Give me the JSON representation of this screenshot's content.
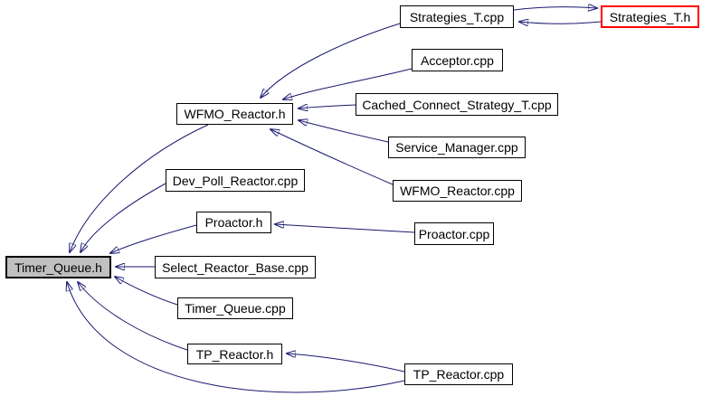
{
  "diagram": {
    "kind": "include-dependency-graph",
    "root_file": "Timer_Queue.h",
    "colors": {
      "edge": "#191970",
      "node_border": "#000000",
      "node_fill": "#ffffff",
      "root_fill": "#c0c0c0",
      "truncated_border": "#ff0000",
      "text": "#000000",
      "background": "#ffffff"
    },
    "nodes": [
      {
        "id": "strategies_t_cpp",
        "label": "Strategies_T.cpp",
        "style": "normal"
      },
      {
        "id": "strategies_t_h",
        "label": "Strategies_T.h",
        "style": "red-border"
      },
      {
        "id": "acceptor_cpp",
        "label": "Acceptor.cpp",
        "style": "normal"
      },
      {
        "id": "cached_connect_strategy_t_cpp",
        "label": "Cached_Connect_Strategy_T.cpp",
        "style": "normal"
      },
      {
        "id": "service_manager_cpp",
        "label": "Service_Manager.cpp",
        "style": "normal"
      },
      {
        "id": "wfmo_reactor_cpp",
        "label": "WFMO_Reactor.cpp",
        "style": "normal"
      },
      {
        "id": "wfmo_reactor_h",
        "label": "WFMO_Reactor.h",
        "style": "normal"
      },
      {
        "id": "dev_poll_reactor_cpp",
        "label": "Dev_Poll_Reactor.cpp",
        "style": "normal"
      },
      {
        "id": "proactor_h",
        "label": "Proactor.h",
        "style": "normal"
      },
      {
        "id": "proactor_cpp",
        "label": "Proactor.cpp",
        "style": "normal"
      },
      {
        "id": "timer_queue_h",
        "label": "Timer_Queue.h",
        "style": "root-highlight"
      },
      {
        "id": "select_reactor_base_cpp",
        "label": "Select_Reactor_Base.cpp",
        "style": "normal"
      },
      {
        "id": "timer_queue_cpp",
        "label": "Timer_Queue.cpp",
        "style": "normal"
      },
      {
        "id": "tp_reactor_h",
        "label": "TP_Reactor.h",
        "style": "normal"
      },
      {
        "id": "tp_reactor_cpp",
        "label": "TP_Reactor.cpp",
        "style": "normal"
      }
    ],
    "edges": [
      {
        "from": "strategies_t_cpp",
        "to": "strategies_t_h"
      },
      {
        "from": "strategies_t_h",
        "to": "strategies_t_cpp"
      },
      {
        "from": "strategies_t_cpp",
        "to": "wfmo_reactor_h"
      },
      {
        "from": "acceptor_cpp",
        "to": "wfmo_reactor_h"
      },
      {
        "from": "cached_connect_strategy_t_cpp",
        "to": "wfmo_reactor_h"
      },
      {
        "from": "service_manager_cpp",
        "to": "wfmo_reactor_h"
      },
      {
        "from": "wfmo_reactor_cpp",
        "to": "wfmo_reactor_h"
      },
      {
        "from": "wfmo_reactor_h",
        "to": "timer_queue_h"
      },
      {
        "from": "dev_poll_reactor_cpp",
        "to": "timer_queue_h"
      },
      {
        "from": "proactor_h",
        "to": "timer_queue_h"
      },
      {
        "from": "proactor_cpp",
        "to": "proactor_h"
      },
      {
        "from": "select_reactor_base_cpp",
        "to": "timer_queue_h"
      },
      {
        "from": "timer_queue_cpp",
        "to": "timer_queue_h"
      },
      {
        "from": "tp_reactor_h",
        "to": "timer_queue_h"
      },
      {
        "from": "tp_reactor_cpp",
        "to": "tp_reactor_h"
      },
      {
        "from": "tp_reactor_cpp",
        "to": "timer_queue_h"
      }
    ]
  }
}
